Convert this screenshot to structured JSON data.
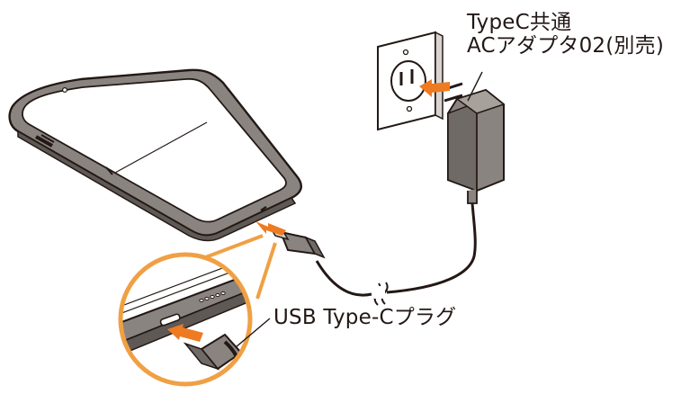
{
  "labels": {
    "adapter_line1": "TypeC共通",
    "adapter_line2": "ACアダプタ02(別売)",
    "usb_plug": "USB Type-Cプラグ"
  },
  "colors": {
    "accent_arrow": "#ee7a22",
    "zoom_circle": "#f0a044",
    "line": "#231815",
    "phone_body": "#8a8480",
    "phone_screen_frame": "#ffffff",
    "wall_plate": "#ffffff"
  },
  "icons": {
    "phone": "smartphone-illustration",
    "adapter": "ac-adapter-illustration",
    "outlet": "wall-outlet-illustration",
    "zoom": "magnified-port-illustration"
  }
}
